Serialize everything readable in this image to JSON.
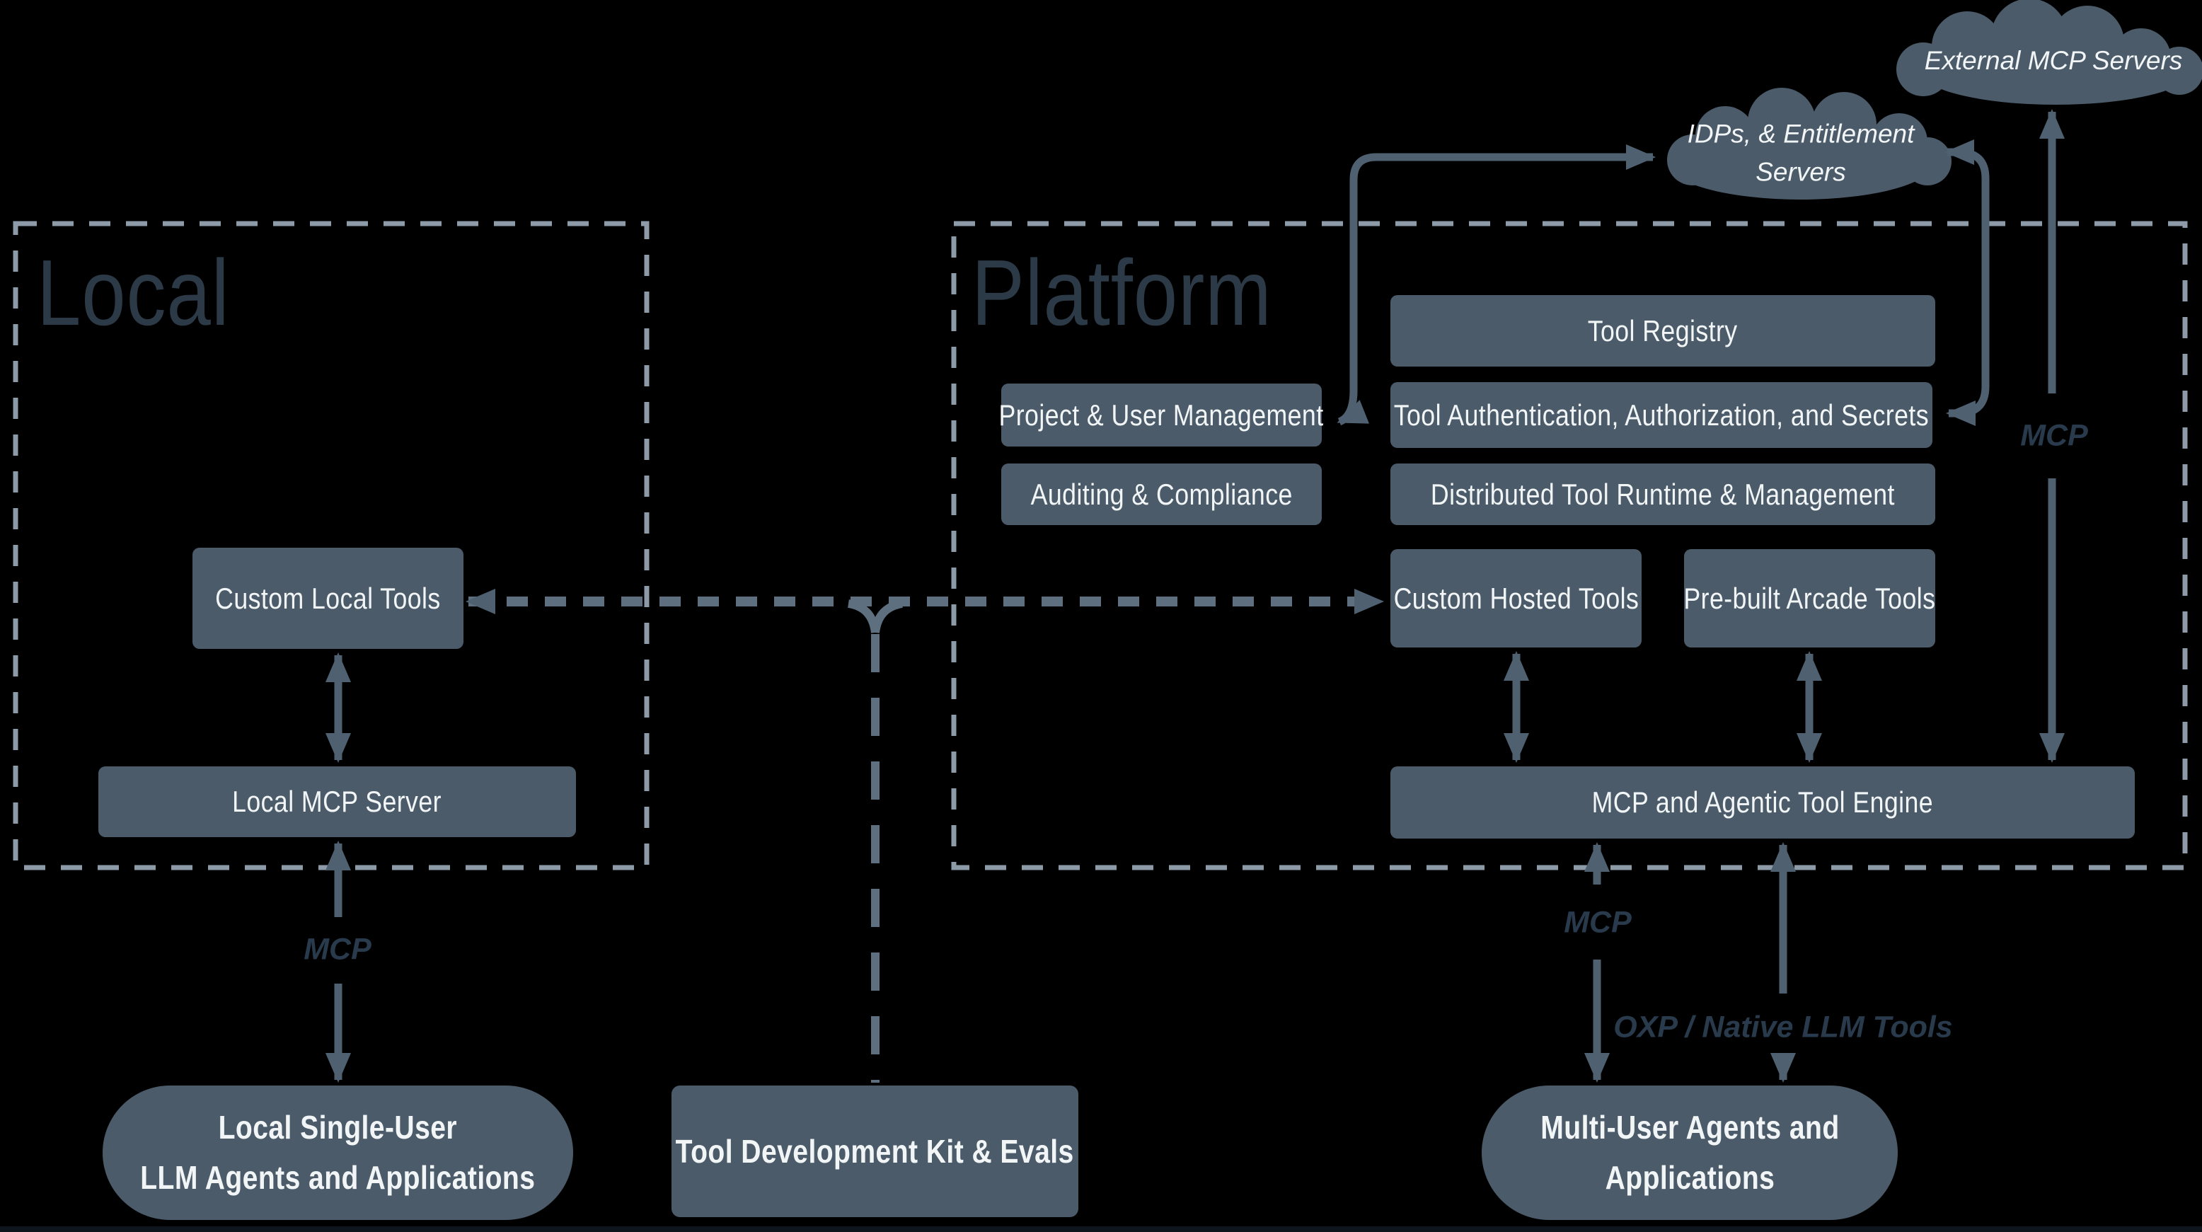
{
  "regions": {
    "local": {
      "title": "Local"
    },
    "platform": {
      "title": "Platform"
    }
  },
  "clouds": {
    "external": {
      "label": "External MCP Servers"
    },
    "idps": {
      "line1": "IDPs, & Entitlement",
      "line2": "Servers"
    }
  },
  "local_nodes": {
    "custom_local_tools": "Custom Local Tools",
    "local_mcp_server": "Local MCP Server"
  },
  "platform_nodes": {
    "tool_registry": "Tool Registry",
    "project_user_management": "Project & User Management",
    "tool_auth": "Tool Authentication, Authorization, and Secrets",
    "auditing_compliance": "Auditing & Compliance",
    "distributed_runtime": "Distributed Tool Runtime & Management",
    "custom_hosted_tools": "Custom Hosted Tools",
    "prebuilt_arcade_tools": "Pre-built Arcade Tools",
    "engine": "MCP and Agentic Tool Engine"
  },
  "bottom_nodes": {
    "local_agents": {
      "line1": "Local Single-User",
      "line2": "LLM Agents and Applications"
    },
    "tdk": {
      "label": "Tool Development Kit & Evals"
    },
    "multi_user": {
      "line1": "Multi-User Agents and",
      "line2": "Applications"
    }
  },
  "edge_labels": {
    "mcp_local": "MCP",
    "mcp_external": "MCP",
    "mcp_engine": "MCP",
    "oxp": "OXP / Native LLM Tools"
  },
  "colors": {
    "background": "#000000",
    "node_fill": "#4b5b6a",
    "node_text": "#f2f5f6",
    "border_dash": "#8d9aa8",
    "connector": "#4f6171",
    "connector_dashed": "#5e7080",
    "label_dark": "#283a4b",
    "region_title": "#2c3946"
  }
}
